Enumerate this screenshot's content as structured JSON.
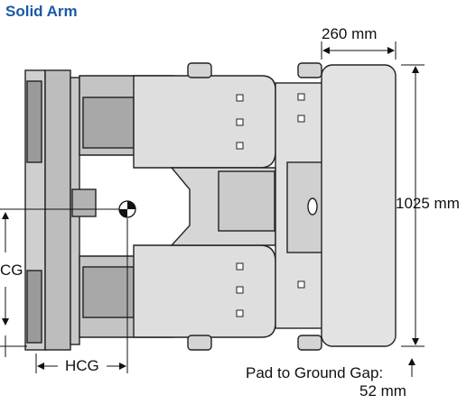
{
  "title": "Solid Arm",
  "dimensions": {
    "pad_width": "260 mm",
    "height": "1025 mm",
    "hcg": "HCG",
    "vcg_partial": "CG",
    "pad_gap_label": "Pad to Ground Gap:",
    "pad_gap_value": "52 mm"
  },
  "colors": {
    "title": "#1a5aa8",
    "arm_fill": "#dcdcdc",
    "pad_fill": "#e3e3e3",
    "outline": "#222222",
    "mast_fill": "#bdbdbd"
  }
}
